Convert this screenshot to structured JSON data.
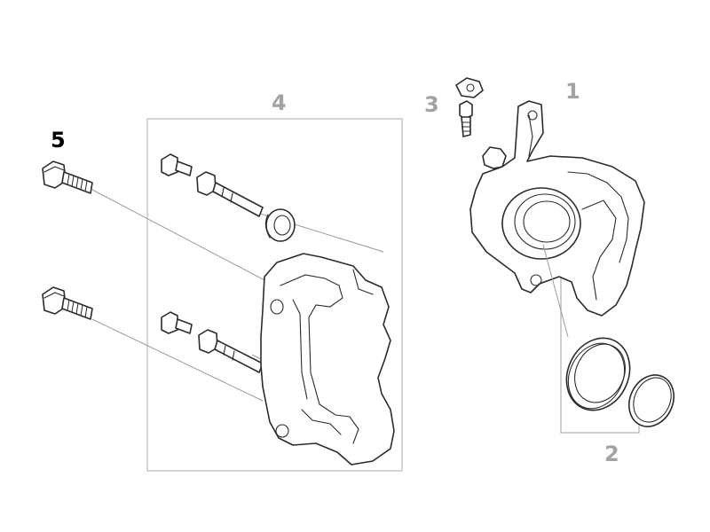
{
  "diagram": {
    "callouts": {
      "caliper": "1",
      "seal_kit": "2",
      "bleed_screw": "3",
      "carrier_kit": "4",
      "carrier_bolt": "5"
    },
    "colors": {
      "line_art": "#2b2b2b",
      "callout_grey": "#a3a3a3",
      "callout_black": "#000000",
      "leader": "#9a9a9a",
      "group_box": "#b9b9b9"
    }
  }
}
